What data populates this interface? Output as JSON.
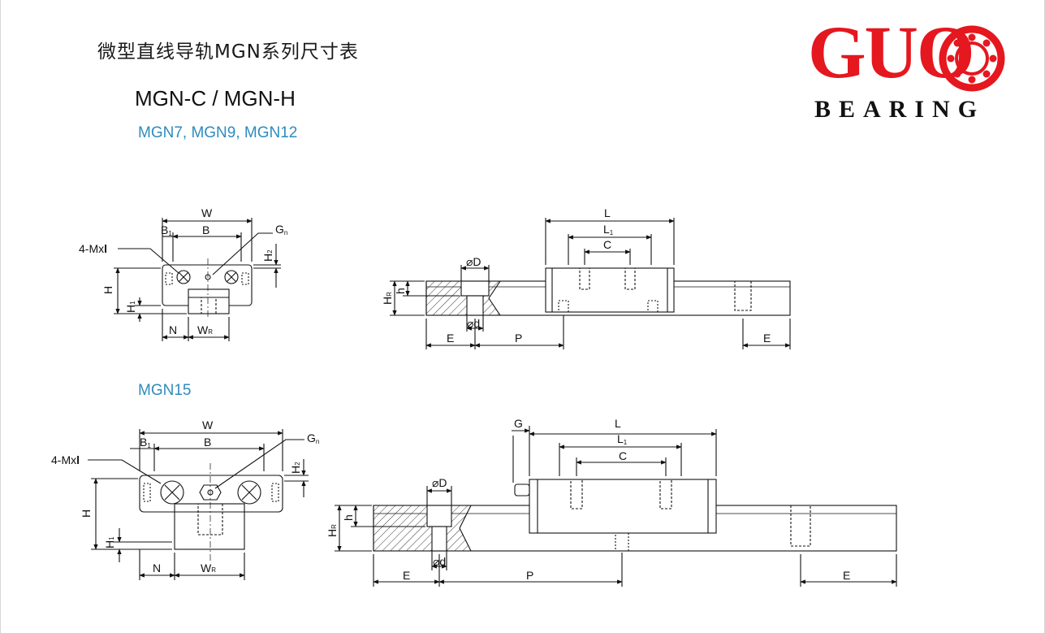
{
  "header": {
    "title": "微型直线导轨MGN系列尺寸表",
    "subtitle": "MGN-C / MGN-H",
    "series_small": "MGN7, MGN9, MGN12",
    "series_large": "MGN15"
  },
  "logo": {
    "brand": "GUO",
    "word": "BEARING",
    "brand_color": "#e5171f"
  },
  "labels": {
    "W": "W",
    "B": "B",
    "B1": "B",
    "sub1": "1",
    "G": "G",
    "n": "n",
    "mx": "4-Mx",
    "bar": "l",
    "H": "H",
    "H1": "H",
    "H2": "H",
    "sub2": "2",
    "N": "N",
    "WR": "W",
    "R": "R",
    "L": "L",
    "L1": "L",
    "C": "C",
    "D": "⌀D",
    "d": "⌀d",
    "h": "h",
    "HR": "H",
    "E": "E",
    "P": "P",
    "Gs": "G"
  }
}
